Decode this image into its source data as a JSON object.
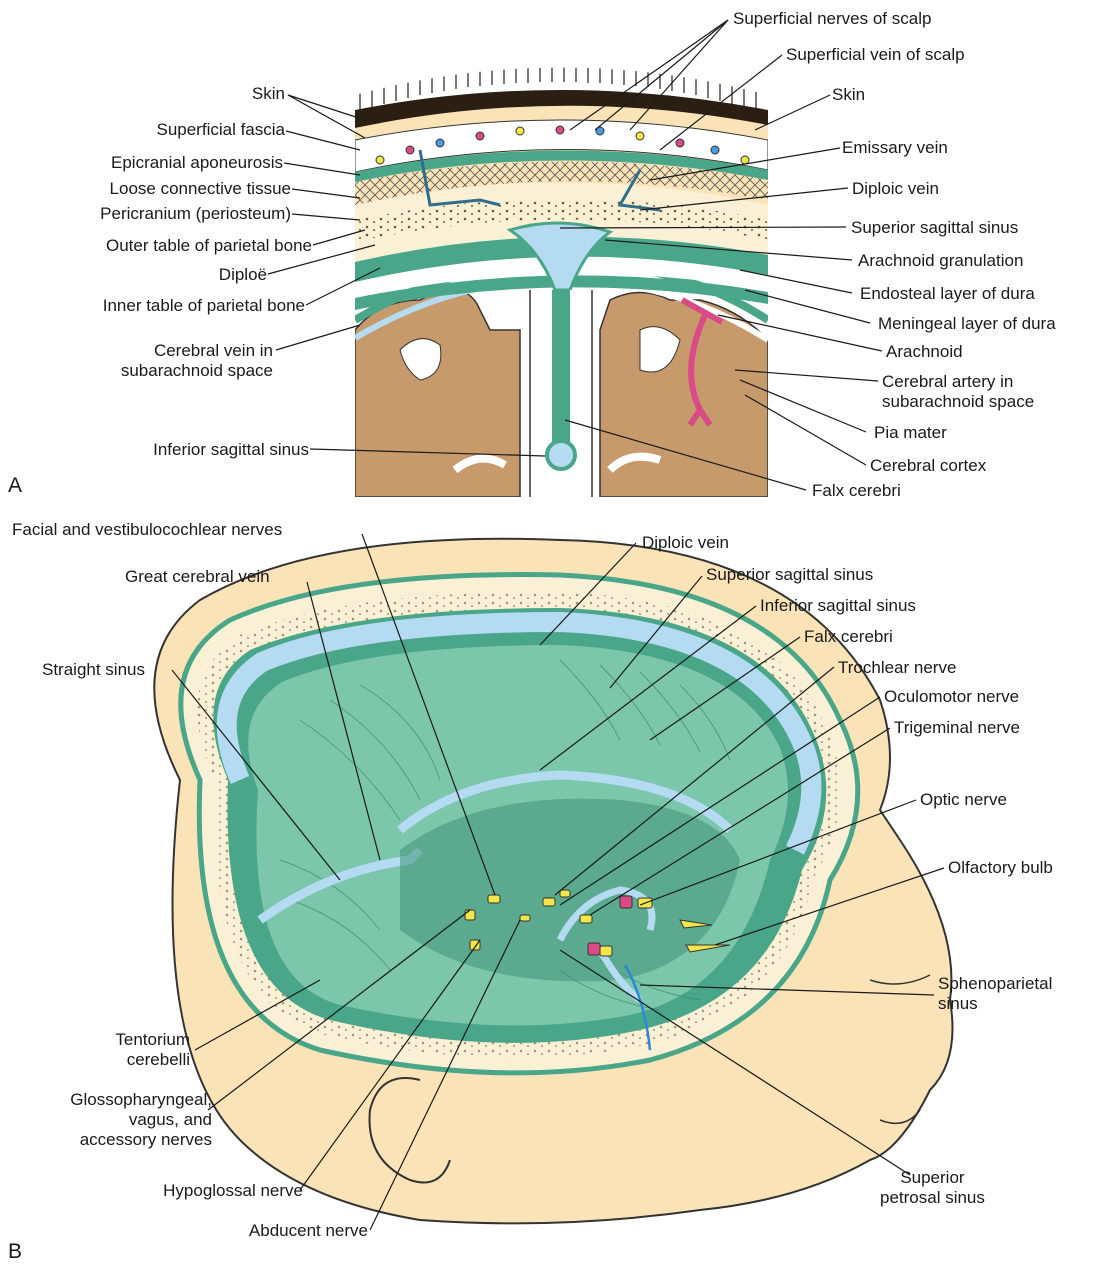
{
  "panels": {
    "a": "A",
    "b": "B"
  },
  "colors": {
    "skin": "#fbe3b8",
    "bone": "#faf0d5",
    "dura": "#4aa689",
    "durafill": "#7cc6ac",
    "sinus": "#b4dbf2",
    "brain": "#c69a6b",
    "artery": "#d94b86"
  },
  "labels_a": {
    "sup_nerves": "Superficial nerves of scalp",
    "sup_vein": "Superficial vein of scalp",
    "skin_left": "Skin",
    "skin_right": "Skin",
    "sup_fascia": "Superficial fascia",
    "epicranial": "Epicranial aponeurosis",
    "loose": "Loose connective tissue",
    "pericranium": "Pericranium (periosteum)",
    "outer_table": "Outer table of parietal bone",
    "diploe": "Diploë",
    "inner_table": "Inner table of parietal bone",
    "cerebral_vein": "Cerebral vein in\nsubarachnoid space",
    "inf_sag": "Inferior sagittal sinus",
    "emissary": "Emissary vein",
    "diploic": "Diploic vein",
    "sup_sag": "Superior sagittal sinus",
    "arach_gran": "Arachnoid granulation",
    "endosteal": "Endosteal layer of dura",
    "meningeal": "Meningeal layer of dura",
    "arachnoid": "Arachnoid",
    "cer_artery": "Cerebral artery in\nsubarachnoid space",
    "pia": "Pia mater",
    "cortex": "Cerebral cortex",
    "falx": "Falx cerebri"
  },
  "labels_b": {
    "facial": "Facial and vestibulocochlear nerves",
    "great_vein": "Great cerebral vein",
    "straight": "Straight sinus",
    "diploic": "Diploic vein",
    "sup_sag": "Superior sagittal sinus",
    "inf_sag": "Inferior sagittal sinus",
    "falx": "Falx cerebri",
    "trochlear": "Trochlear nerve",
    "oculomotor": "Oculomotor nerve",
    "trigeminal": "Trigeminal nerve",
    "optic": "Optic nerve",
    "olfactory": "Olfactory bulb",
    "spheno": "Sphenoparietal\nsinus",
    "tentorium": "Tentorium\ncerebelli",
    "glosso": "Glossopharyngeal,\nvagus, and\naccessory nerves",
    "hypoglossal": "Hypoglossal nerve",
    "abducent": "Abducent nerve",
    "sup_petrosal": "Superior\npetrosal sinus"
  }
}
